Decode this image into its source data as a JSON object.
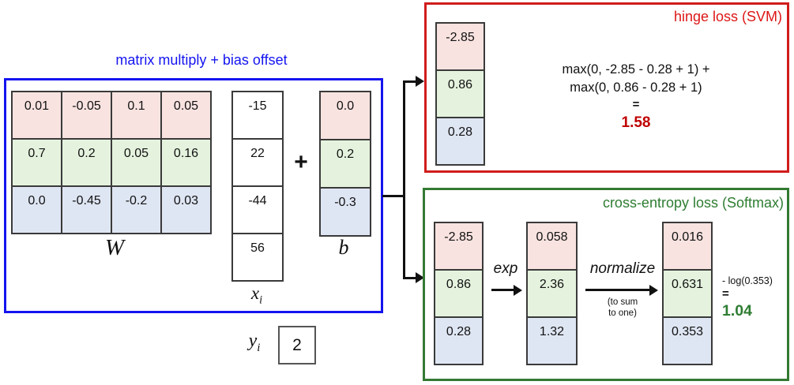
{
  "colors": {
    "panel_blue": "#1414f0",
    "panel_red": "#d11c1c",
    "panel_green": "#337a33",
    "cell_pink": "#f8e3e0",
    "cell_green": "#e5f3de",
    "cell_blue": "#dfe6f3",
    "result_red": "#c00000",
    "result_green": "#2e7d32"
  },
  "left_panel": {
    "title": "matrix multiply + bias offset",
    "w_matrix": [
      [
        "0.01",
        "-0.05",
        "0.1",
        "0.05"
      ],
      [
        "0.7",
        "0.2",
        "0.05",
        "0.16"
      ],
      [
        "0.0",
        "-0.45",
        "-0.2",
        "0.03"
      ]
    ],
    "x_vector": [
      "-15",
      "22",
      "-44",
      "56"
    ],
    "b_vector": [
      "0.0",
      "0.2",
      "-0.3"
    ],
    "plus": "+",
    "w_label": "W",
    "x_label": "x",
    "x_sub": "i",
    "b_label": "b",
    "y_label": "y",
    "y_sub": "i",
    "y_value": "2"
  },
  "hinge": {
    "title": "hinge loss (SVM)",
    "scores": [
      "-2.85",
      "0.86",
      "0.28"
    ],
    "formula_line1": "max(0, -2.85 - 0.28 + 1) +",
    "formula_line2": "max(0, 0.86 - 0.28 + 1)",
    "equals": "=",
    "result": "1.58"
  },
  "softmax": {
    "title": "cross-entropy loss (Softmax)",
    "scores": [
      "-2.85",
      "0.86",
      "0.28"
    ],
    "exp_label": "exp",
    "exp_values": [
      "0.058",
      "2.36",
      "1.32"
    ],
    "normalize_label": "normalize",
    "normalize_note1": "(to sum",
    "normalize_note2": "to one)",
    "probs": [
      "0.016",
      "0.631",
      "0.353"
    ],
    "loss_expr": "- log(0.353)",
    "equals": "=",
    "result": "1.04"
  }
}
